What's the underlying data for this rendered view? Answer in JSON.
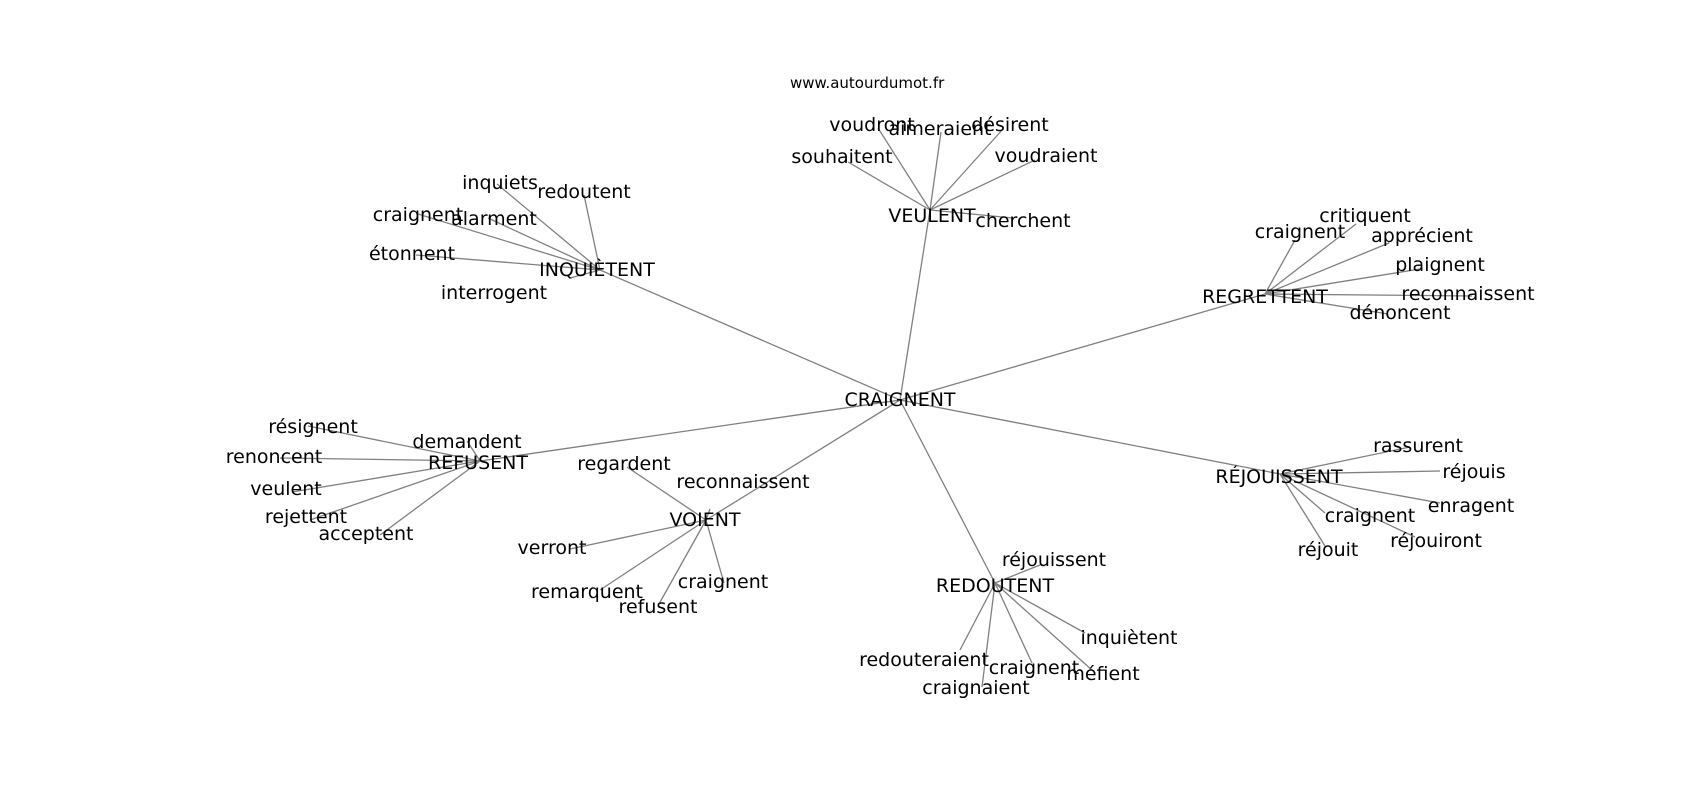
{
  "source": "www.autourdumot.fr",
  "root": "CRAIGNENT",
  "colors": {
    "edge": "#808080",
    "text": "#000000",
    "background": "#ffffff"
  },
  "clusters": [
    {
      "hub": "VEULENT",
      "leaves": [
        "voudront",
        "aimeraient",
        "désirent",
        "souhaitent",
        "voudraient",
        "cherchent"
      ]
    },
    {
      "hub": "INQUIÈTENT",
      "leaves": [
        "inquiets",
        "redoutent",
        "craignent",
        "alarment",
        "étonnent",
        "interrogent"
      ]
    },
    {
      "hub": "REGRETTENT",
      "leaves": [
        "craignent",
        "critiquent",
        "apprécient",
        "plaignent",
        "reconnaissent",
        "dénoncent"
      ]
    },
    {
      "hub": "REFUSENT",
      "leaves": [
        "résignent",
        "demandent",
        "renoncent",
        "veulent",
        "rejettent",
        "acceptent"
      ]
    },
    {
      "hub": "VOIENT",
      "leaves": [
        "regardent",
        "reconnaissent",
        "verront",
        "remarquent",
        "craignent",
        "refusent"
      ]
    },
    {
      "hub": "RÉJOUISSENT",
      "leaves": [
        "rassurent",
        "réjouis",
        "enragent",
        "craignent",
        "réjouiront",
        "réjouit"
      ]
    },
    {
      "hub": "REDOUTENT",
      "leaves": [
        "réjouissent",
        "inquiètent",
        "redouteraient",
        "craignent",
        "méfient",
        "craignaient"
      ]
    }
  ]
}
